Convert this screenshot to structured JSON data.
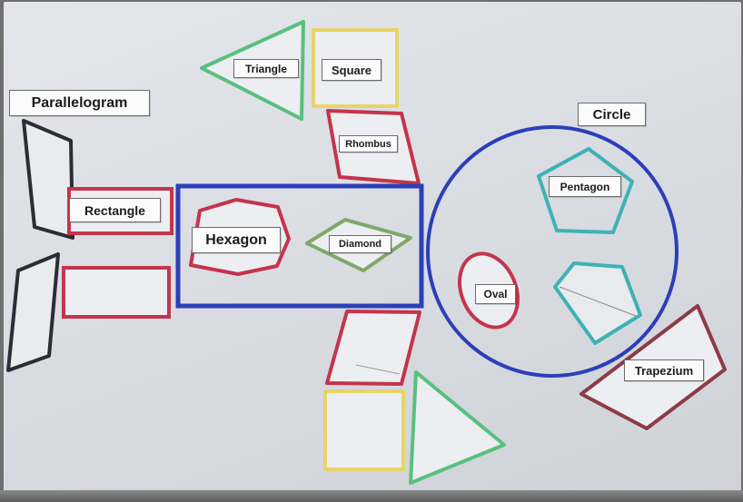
{
  "labels": {
    "parallelogram": "Parallelogram",
    "triangle": "Triangle",
    "square": "Square",
    "rhombus": "Rhombus",
    "circle": "Circle",
    "rectangle": "Rectangle",
    "hexagon": "Hexagon",
    "diamond": "Diamond",
    "pentagon": "Pentagon",
    "oval": "Oval",
    "trapezium": "Trapezium"
  },
  "colors": {
    "board": "#dcdfe3",
    "red": "#c4344c",
    "blue": "#2b3fb8",
    "green": "#59c07e",
    "yellow": "#e6d46a",
    "teal": "#3fb1b5",
    "black": "#2c2c34",
    "dark_red": "#8d3a48",
    "olive": "#7fa86a"
  }
}
